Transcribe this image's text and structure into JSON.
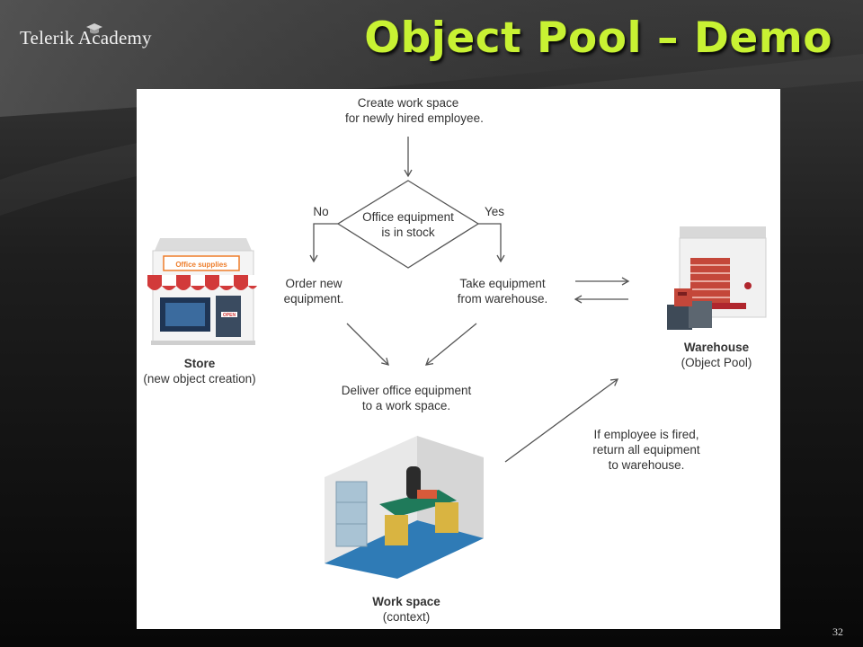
{
  "brand": {
    "logo_text": "Telerik Academy"
  },
  "slide": {
    "title": "Object Pool – Demo",
    "number": "32"
  },
  "diagram": {
    "start_line1": "Create work space",
    "start_line2": "for newly hired employee.",
    "decision_line1": "Office equipment",
    "decision_line2": "is in stock",
    "branch_no": "No",
    "branch_yes": "Yes",
    "order_line1": "Order new",
    "order_line2": "equipment.",
    "take_line1": "Take equipment",
    "take_line2": "from warehouse.",
    "deliver_line1": "Deliver office equipment",
    "deliver_line2": "to a work space.",
    "fired_line1": "If employee is fired,",
    "fired_line2": "return all equipment",
    "fired_line3": "to warehouse.",
    "store_sign": "Office supplies",
    "store_open_sign": "OPEN",
    "store_title": "Store",
    "store_subtitle": "(new object creation)",
    "warehouse_title": "Warehouse",
    "warehouse_subtitle": "(Object Pool)",
    "workspace_title": "Work space",
    "workspace_subtitle": "(context)"
  },
  "colors": {
    "title_green": "#c8f233",
    "arrow_gray": "#555555",
    "awning_red": "#d23a3a",
    "sign_orange": "#ee7d2a",
    "floor_blue": "#2f7bb6",
    "desk_green": "#1f7a5a"
  },
  "icons": [
    "graduation-cap-icon",
    "store-illustration",
    "warehouse-illustration",
    "workspace-illustration"
  ]
}
